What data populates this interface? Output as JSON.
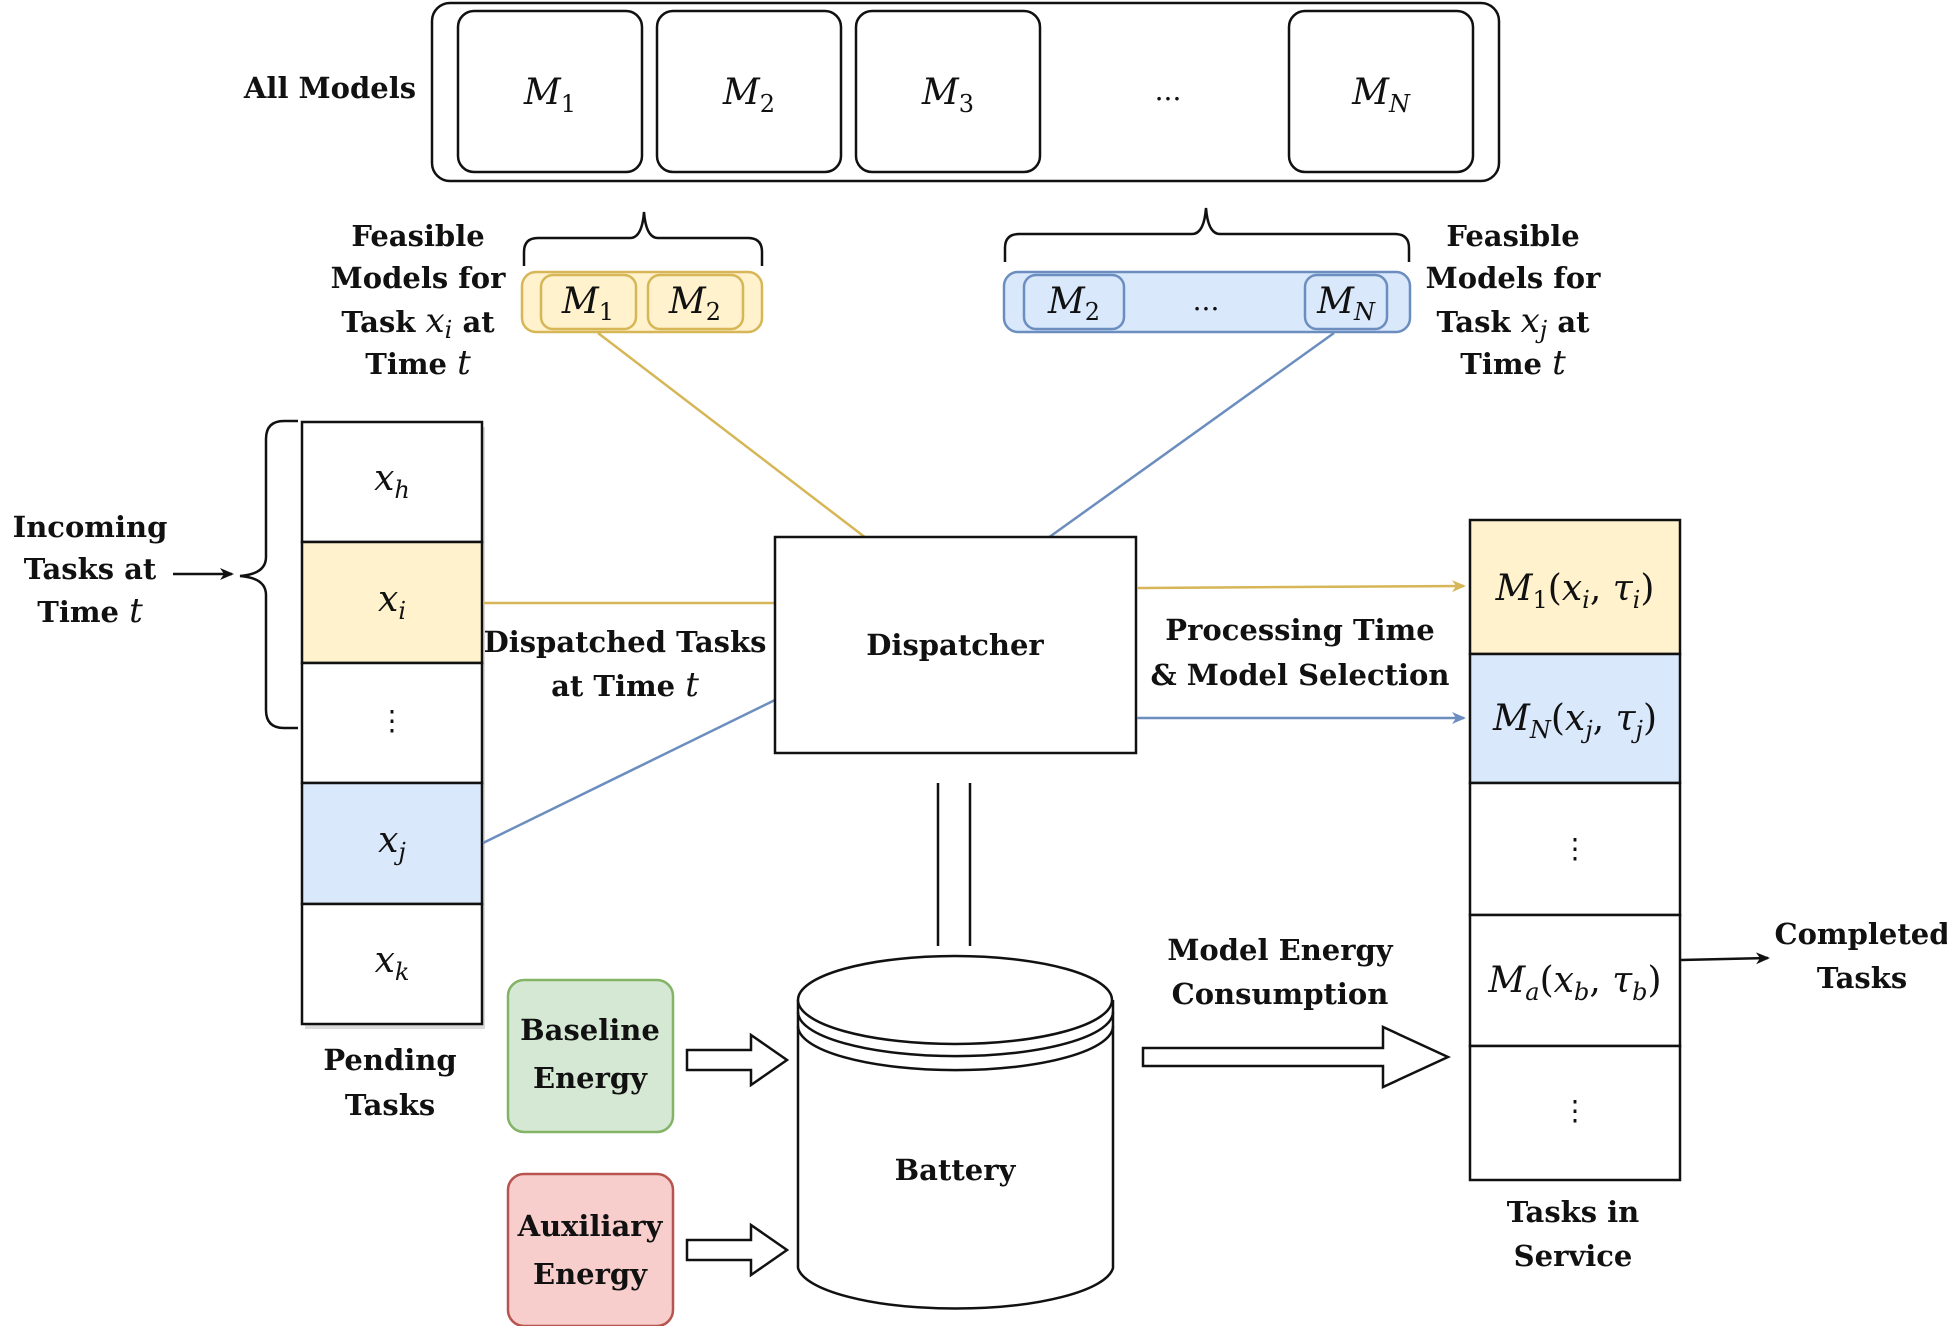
{
  "labels": {
    "all_models": "All Models",
    "feasible_i": [
      "Feasible",
      "Models for",
      "Task ",
      " at",
      "Time "
    ],
    "feasible_j": [
      "Feasible",
      "Models for",
      "Task ",
      " at",
      "Time "
    ],
    "incoming": [
      "Incoming",
      "Tasks at",
      "Time "
    ],
    "dispatched": [
      "Dispatched Tasks",
      "at Time "
    ],
    "dispatcher": "Dispatcher",
    "processing": [
      "Processing Time",
      "& Model Selection"
    ],
    "model_energy": [
      "Model Energy",
      "Consumption"
    ],
    "pending": [
      "Pending",
      "Tasks"
    ],
    "baseline": [
      "Baseline",
      "Energy"
    ],
    "auxiliary": [
      "Auxiliary",
      "Energy"
    ],
    "battery": "Battery",
    "in_service": [
      "Tasks in",
      "Service"
    ],
    "completed": [
      "Completed",
      "Tasks"
    ]
  },
  "math": {
    "M": "M",
    "x": "x",
    "t": "t",
    "tau": "τ",
    "sub_1": "1",
    "sub_2": "2",
    "sub_3": "3",
    "sub_N": "N",
    "sub_a": "a",
    "sub_b": "b",
    "sub_h": "h",
    "sub_i": "i",
    "sub_j": "j",
    "sub_k": "k",
    "open_paren": "(",
    "comma": ", ",
    "close_paren": ")",
    "ellipsis": "...",
    "vdots": "⋮"
  },
  "colors": {
    "yellow_fill": "#FFF2CC",
    "yellow_stroke": "#D6B656",
    "blue_fill": "#DAE8FC",
    "blue_stroke": "#6C8EBF",
    "green_fill": "#D5E8D4",
    "green_stroke": "#82B366",
    "red_fill": "#F8CECC",
    "red_stroke": "#B85450"
  }
}
